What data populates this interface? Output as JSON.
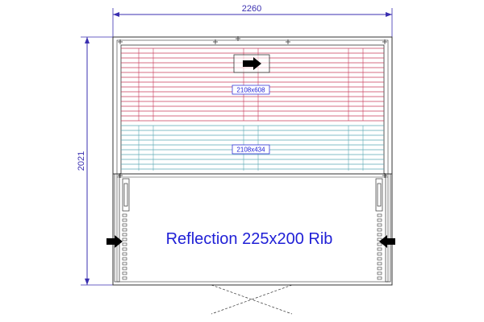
{
  "dimensions": {
    "width_label": "2260",
    "height_label": "2021"
  },
  "panels": [
    {
      "label": "2108x608",
      "color": "#c83c5a"
    },
    {
      "label": "2108x434",
      "color": "#5aa8b4"
    }
  ],
  "title": "Reflection 225x200 Rib",
  "colors": {
    "frame": "#333333",
    "dimension": "#3a2fb0",
    "title": "#1f1fd6",
    "label_box": "#1f1fd6",
    "arrow": "#000000"
  },
  "icons": [
    "arrow-right-icon",
    "arrow-left-icon",
    "opening-swing-icon"
  ]
}
